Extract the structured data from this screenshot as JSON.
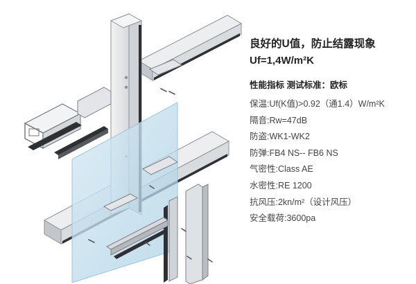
{
  "header": {
    "title": "良好的U值，防止结露现象",
    "uvalue": "Uf=1,4W/m²K"
  },
  "spec_heading": "性能指标  测试标准：欧标",
  "specs": [
    {
      "label": "保温:",
      "value": "Uf(K值)>0.92（通1.4）W/m²K"
    },
    {
      "label": "隔音:",
      "value": "Rw=47dB"
    },
    {
      "label": "防盗:",
      "value": "WK1-WK2"
    },
    {
      "label": "防弹:",
      "value": "FB4 NS-- FB6 NS"
    },
    {
      "label": "气密性:",
      "value": "Class AE"
    },
    {
      "label": "水密性:",
      "value": "RE 1200"
    },
    {
      "label": "抗风压:",
      "value": "2kn/m²（设计风压）"
    },
    {
      "label": "安全载荷:",
      "value": "3600pa"
    }
  ],
  "colors": {
    "metal_light": "#e6e8ea",
    "metal_mid": "#c9ccd0",
    "metal_dark": "#9a9ea3",
    "gasket": "#2f3033",
    "glass": "#bcd9ea"
  }
}
